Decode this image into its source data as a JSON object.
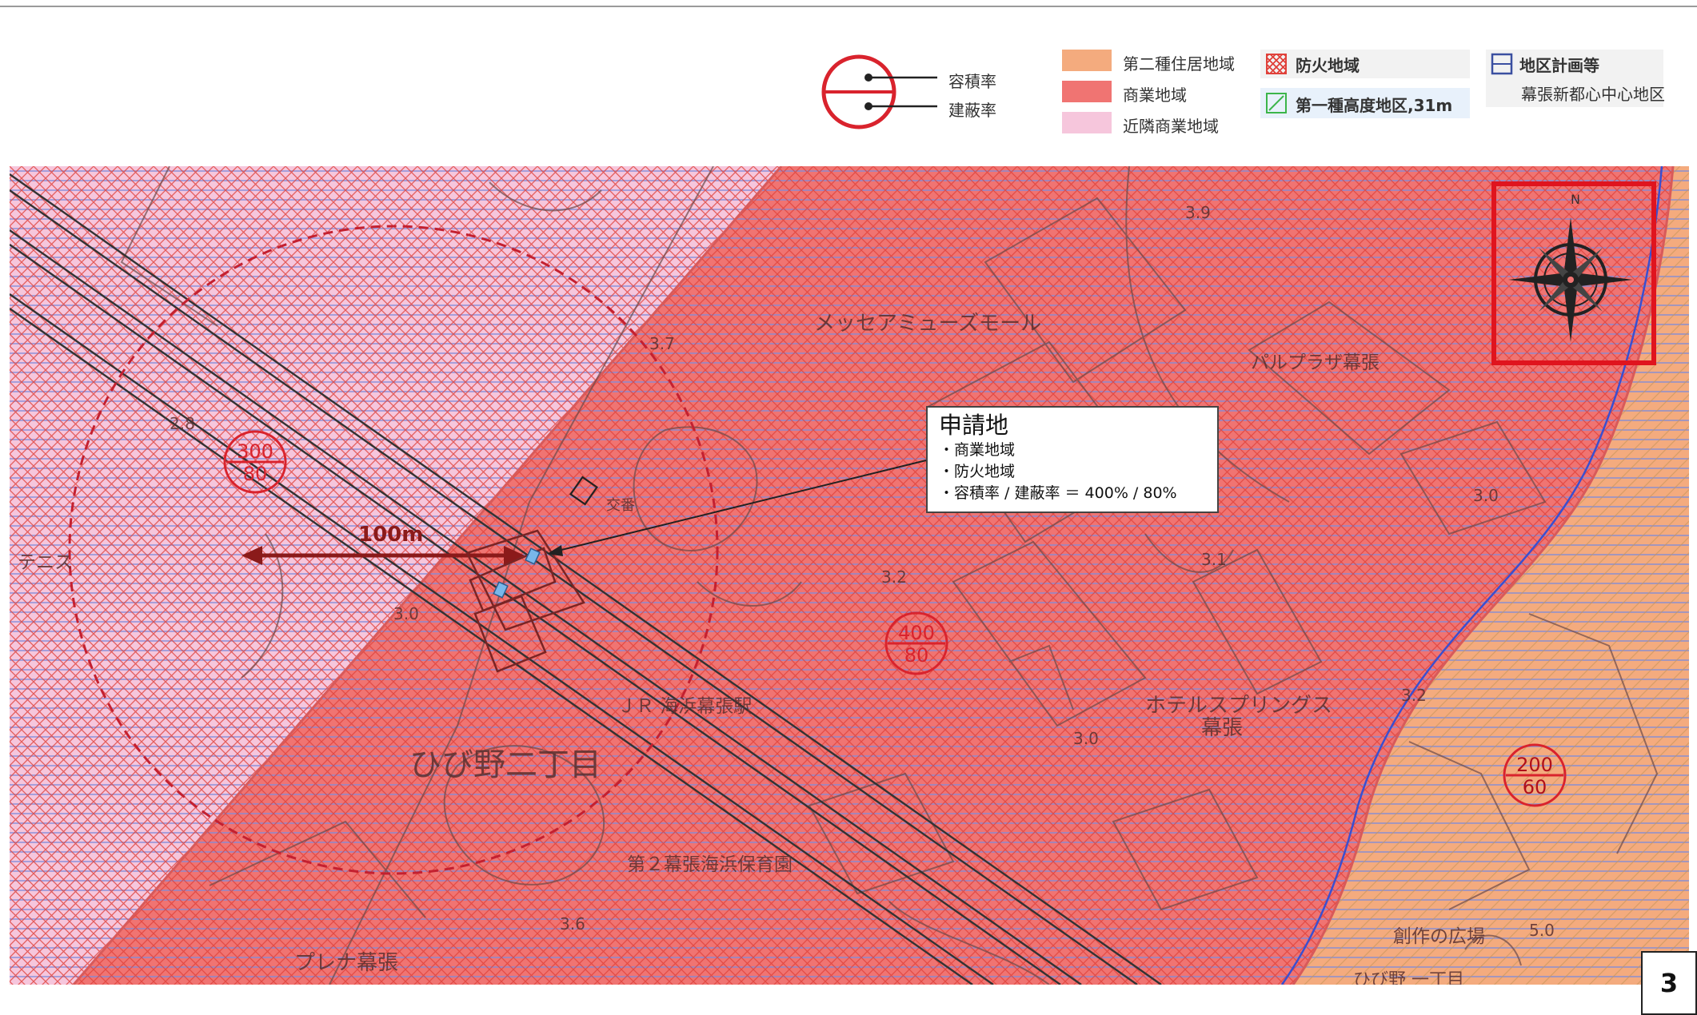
{
  "legend": {
    "ratio": {
      "far_label": "容積率",
      "coverage_label": "建蔽率"
    },
    "zones": [
      {
        "label": "第二種住居地域",
        "color": "#f4ab7e"
      },
      {
        "label": "商業地域",
        "color": "#f07472"
      },
      {
        "label": "近隣商業地域",
        "color": "#f6c6dc"
      }
    ],
    "fire_zone": "防火地域",
    "height_zone": "第一種高度地区,31m",
    "district_plan": {
      "title": "地区計画等",
      "name": "幕張新都心中心地区"
    }
  },
  "callout": {
    "title": "申請地",
    "items": [
      "・商業地域",
      "・防火地域",
      "・容積率 / 建蔽率 ＝ 400% / 80%"
    ]
  },
  "distance_label": "100m",
  "zone_codes": [
    {
      "far": "300",
      "coverage": "80"
    },
    {
      "far": "400",
      "coverage": "80"
    },
    {
      "far": "200",
      "coverage": "60"
    }
  ],
  "map_labels": {
    "messe_mall": "メッセアミューズモール",
    "station": "ＪＲ 海浜幕張駅",
    "hibino": "ひび野二丁目",
    "nursery": "第２幕張海浜保育園",
    "hotel": "ホテルスプリングス",
    "hotel2": "幕張",
    "plena": "プレナ幕張",
    "square": "創作の広場",
    "koban": "交番",
    "tennis": "テニス",
    "parque": "パルプラザ幕張",
    "town": "ひび野 一丁目"
  },
  "spot_heights": [
    "3.9",
    "3.7",
    "2.8",
    "3.0",
    "3.2",
    "3.1",
    "3.6",
    "3.0",
    "3.2",
    "3.0",
    "5.0"
  ],
  "compass": {
    "north": "N"
  },
  "page_number": "3",
  "colors": {
    "commercial": "#f07472",
    "neighborhood": "#f6c6dc",
    "residential2": "#f4ab7e",
    "fire_hatch": "#e0413a",
    "height_lines": "#7f8bd8",
    "accent_red": "#d9232d"
  }
}
